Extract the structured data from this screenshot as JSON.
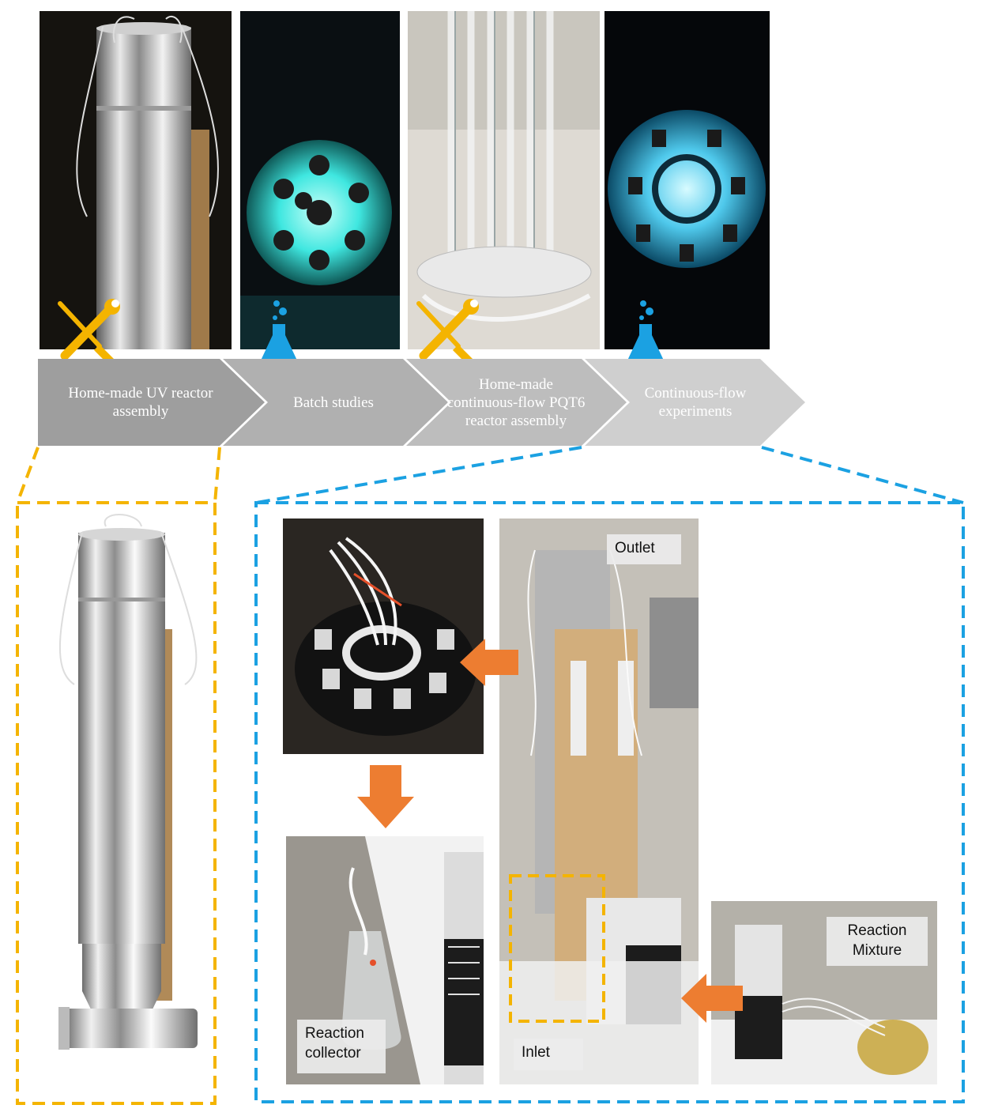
{
  "steps": [
    {
      "label": "Home-made UV reactor assembly",
      "kind": "build"
    },
    {
      "label": "Batch studies",
      "kind": "experiment"
    },
    {
      "label": "Home-made continuous-flow PQT6 reactor assembly",
      "kind": "build"
    },
    {
      "label": "Continuous-flow experiments",
      "kind": "experiment"
    }
  ],
  "icons": {
    "build": "wrench-screwdriver-icon",
    "experiment": "flask-icon"
  },
  "photo_labels": {
    "outlet": "Outlet",
    "reaction_mixture": "Reaction Mixture",
    "reaction_collector": "Reaction collector",
    "inlet": "Inlet"
  },
  "colors": {
    "build_accent": "#F4B400",
    "experiment_accent": "#1BA1E2",
    "arrow_fill": "#B5B5B5",
    "flow_arrow": "#ED7D31",
    "uv_glow": "#3FE7E0"
  }
}
